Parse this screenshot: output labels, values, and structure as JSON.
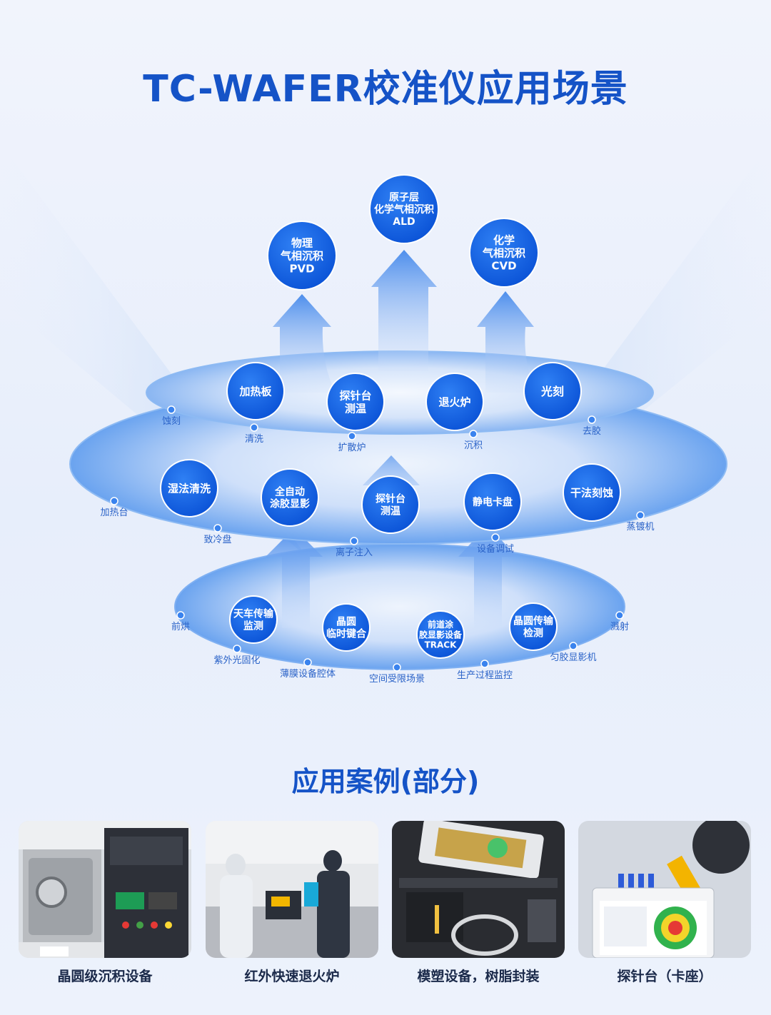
{
  "title": "TC-WAFER校准仪应用场景",
  "diagram": {
    "top_circles": [
      {
        "id": "pvd",
        "lines": [
          "物理",
          "气相沉积",
          "PVD"
        ]
      },
      {
        "id": "ald",
        "lines": [
          "原子层",
          "化学气相沉积",
          "ALD"
        ]
      },
      {
        "id": "cvd",
        "lines": [
          "化学",
          "气相沉积",
          "CVD"
        ]
      }
    ],
    "ring1_circles": [
      {
        "id": "heating-plate",
        "lines": [
          "加热板"
        ]
      },
      {
        "id": "probe-station-1",
        "lines": [
          "探针台",
          "测温"
        ]
      },
      {
        "id": "annealing-furnace",
        "lines": [
          "退火炉"
        ]
      },
      {
        "id": "lithography",
        "lines": [
          "光刻"
        ]
      }
    ],
    "ring1_dots": [
      "蚀刻",
      "清洗",
      "扩散炉",
      "沉积",
      "去胶"
    ],
    "ring2_circles": [
      {
        "id": "wet-cleaning",
        "lines": [
          "湿法清洗"
        ]
      },
      {
        "id": "auto-coater",
        "lines": [
          "全自动",
          "涂胶显影"
        ]
      },
      {
        "id": "probe-station-2",
        "lines": [
          "探针台",
          "测温"
        ]
      },
      {
        "id": "electrostatic-chuck",
        "lines": [
          "静电卡盘"
        ]
      },
      {
        "id": "dry-etching",
        "lines": [
          "干法刻蚀"
        ]
      }
    ],
    "ring2_dots": [
      "加热台",
      "致冷盘",
      "离子注入",
      "设备调试",
      "蒸镀机"
    ],
    "ring3_circles": [
      {
        "id": "ohs-monitor",
        "lines": [
          "天车传输",
          "监测"
        ]
      },
      {
        "id": "temp-bonding",
        "lines": [
          "晶圆",
          "临时键合"
        ]
      },
      {
        "id": "track",
        "lines": [
          "前道涂",
          "胶显影设备",
          "TRACK"
        ]
      },
      {
        "id": "wafer-transfer",
        "lines": [
          "晶圆传输",
          "检测"
        ]
      }
    ],
    "ring3_dots": [
      "前烘",
      "紫外光固化",
      "薄膜设备腔体",
      "空间受限场景",
      "生产过程监控",
      "匀胶显影机",
      "溅射"
    ]
  },
  "cases_title": "应用案例(部分)",
  "cases": [
    {
      "id": "deposition",
      "caption": "晶圆级沉积设备"
    },
    {
      "id": "rta",
      "caption": "红外快速退火炉"
    },
    {
      "id": "molding",
      "caption": "模塑设备，树脂封装"
    },
    {
      "id": "probe",
      "caption": "探针台（卡座）"
    }
  ],
  "colors": {
    "title": "#1553c7",
    "circle": "#1262e6",
    "ring": "#a8c8f6",
    "label": "#2b63c8"
  }
}
